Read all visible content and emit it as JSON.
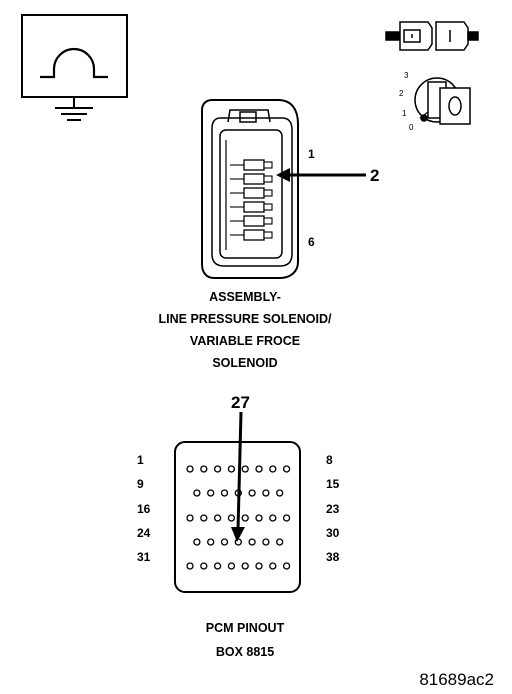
{
  "top_connector": {
    "pin_first": "1",
    "pin_last": "6",
    "callout": "2",
    "caption_lines": [
      "ASSEMBLY-",
      "LINE PRESSURE SOLENOID/",
      "VARIABLE FROCE",
      "SOLENOID"
    ]
  },
  "ignition_switch": {
    "positions": [
      "3",
      "2",
      "1",
      "0"
    ]
  },
  "pcm_connector": {
    "callout": "27",
    "row_labels_left": [
      "1",
      "9",
      "16",
      "24",
      "31"
    ],
    "row_labels_right": [
      "8",
      "15",
      "23",
      "30",
      "38"
    ],
    "row_pin_counts": [
      8,
      7,
      8,
      7,
      8
    ],
    "caption_lines": [
      "PCM PINOUT",
      "BOX 8815"
    ]
  },
  "figure_id": "81689ac2",
  "icons": [
    "ohmmeter-ground-icon",
    "harness-connector-icon",
    "ignition-key-switch-icon"
  ]
}
